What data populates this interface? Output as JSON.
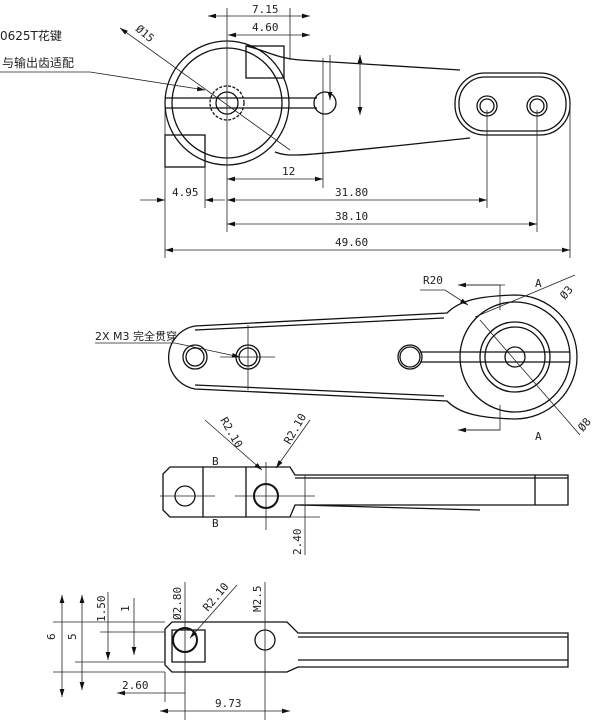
{
  "top_view": {
    "note_line1": "0625T花键",
    "note_line2": "与输出齿适配",
    "dims": {
      "d15": "Ø15",
      "d715": "7.15",
      "d460": "4.60",
      "d12": "12",
      "d495": "4.95",
      "d3180": "31.80",
      "d3810": "38.10",
      "d4960": "49.60"
    }
  },
  "front_view": {
    "note": "2X M3 完全贯穿",
    "r20": "R20",
    "section_a_top": "A",
    "section_a_bottom": "A",
    "d3": "Ø3",
    "d8": "Ø8"
  },
  "side_view": {
    "r210_left": "R2.10",
    "r210_right": "R2.10",
    "section_b_top": "B",
    "section_b_bottom": "B",
    "d240": "2.40"
  },
  "bottom_view": {
    "d6": "6",
    "d5": "5",
    "d150": "1.50",
    "d1": "1",
    "d280": "Ø2.80",
    "r210": "R2.10",
    "m25": "M2.5",
    "d260": "2.60",
    "d973": "9.73"
  }
}
